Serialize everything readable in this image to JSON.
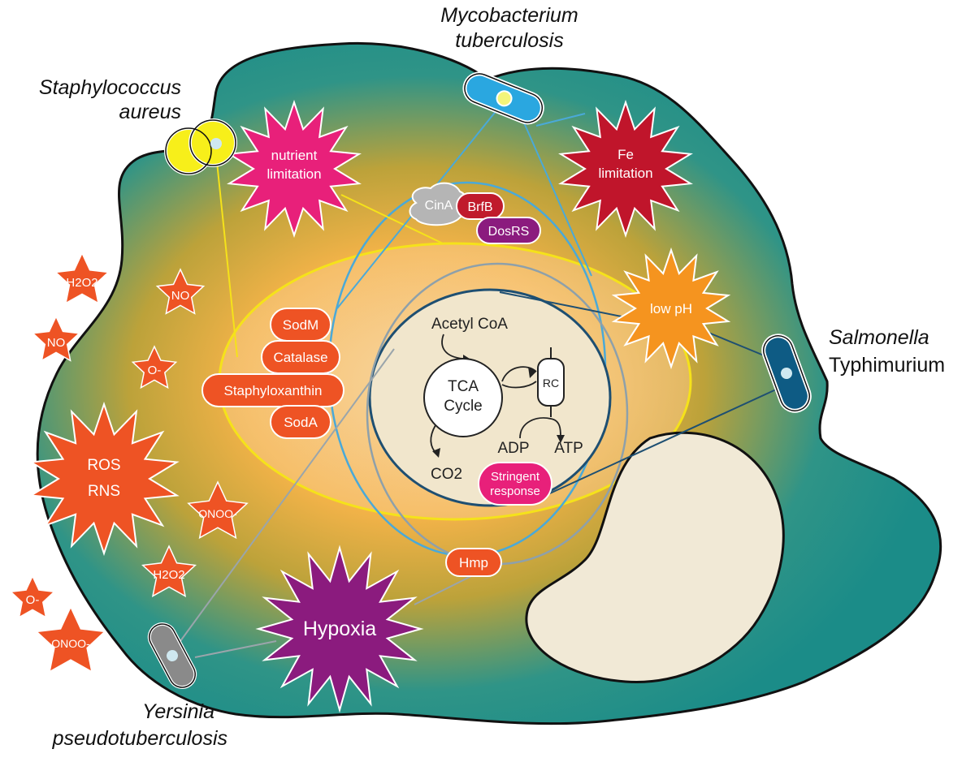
{
  "organisms": {
    "staph": {
      "line1": "Staphylococcus",
      "line2": "aureus"
    },
    "myco": {
      "line1": "Mycobacterium",
      "line2": "tuberculosis"
    },
    "salm": {
      "line1": "Salmonella",
      "line2": "Typhimurium"
    },
    "yers": {
      "line1": "Yersinia",
      "line2": "pseudotuberculosis"
    }
  },
  "stresses": {
    "nutrient": {
      "line1": "nutrient",
      "line2": "limitation"
    },
    "fe": {
      "line1": "Fe",
      "line2": "limitation"
    },
    "low_ph": "low pH",
    "hypoxia": "Hypoxia",
    "ros_rns": {
      "line1": "ROS",
      "line2": "RNS"
    }
  },
  "stars": {
    "h2o2": "H2O2",
    "no": "NO",
    "superoxide": "O-",
    "onoo": "ONOO-"
  },
  "factors": {
    "cina": "CinA",
    "brfb": "BrfB",
    "dosrs": "DosRS",
    "sodm": "SodM",
    "catalase": "Catalase",
    "staphyloxanthin": "Staphyloxanthin",
    "soda": "SodA",
    "hmp": "Hmp"
  },
  "metabolism": {
    "acetyl_coa": "Acetyl CoA",
    "tca_line1": "TCA",
    "tca_line2": "Cycle",
    "rc": "RC",
    "adp": "ADP",
    "atp": "ATP",
    "co2": "CO2",
    "stringent_line1": "Stringent",
    "stringent_line2": "response"
  },
  "colors": {
    "teal": "#1d8f8a",
    "cytoplasm": "#f6c684",
    "nutrient_star": "#e8207a",
    "fe_star": "#c0152b",
    "low_ph_star": "#f5941f",
    "hypoxia_star": "#8b1b7e",
    "ros_star": "#ee5324",
    "staph": "#f7ef1a",
    "myco": "#2aa7e0",
    "salm": "#0e5b84",
    "yers": "#8a8a8a"
  }
}
